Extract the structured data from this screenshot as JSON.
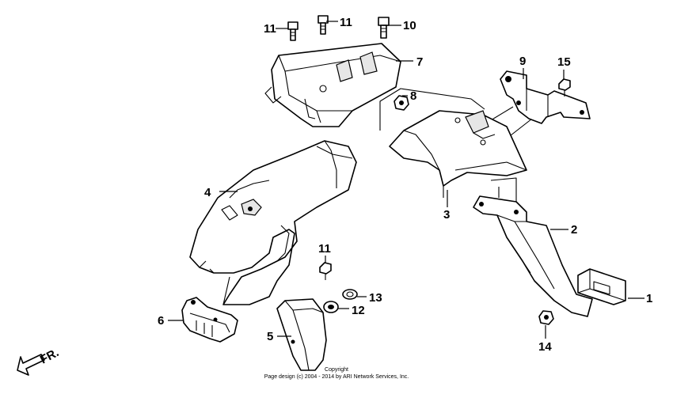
{
  "callouts": [
    "1",
    "2",
    "3",
    "4",
    "5",
    "6",
    "7",
    "8",
    "9",
    "10",
    "11",
    "11",
    "11",
    "12",
    "13",
    "14",
    "15"
  ],
  "direction_label": "FR.",
  "copyright": {
    "line1": "Copyright",
    "line2": "Page design (c) 2004 - 2014 by ARI Network Services, Inc."
  },
  "colors": {
    "line": "#000000",
    "background": "#ffffff"
  }
}
